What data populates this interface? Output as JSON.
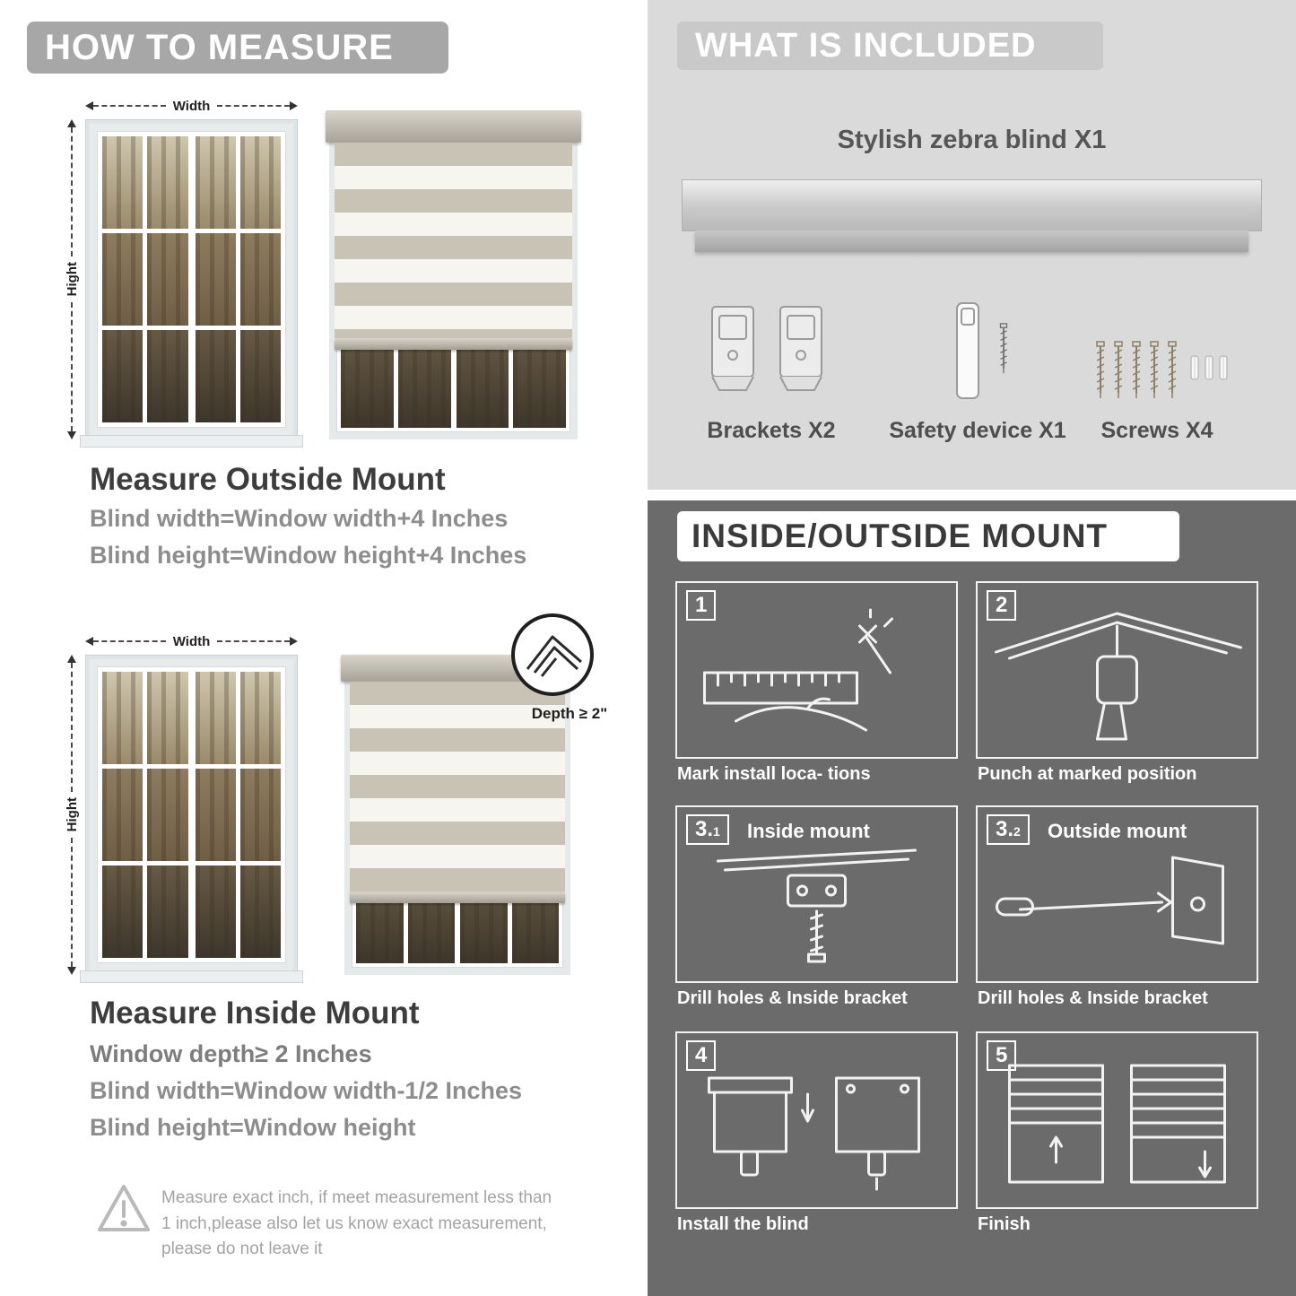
{
  "left": {
    "header": "HOW TO MEASURE",
    "outside": {
      "width_label": "Width",
      "height_label": "Hight",
      "title": "Measure Outside Mount",
      "line1": "Blind width=Window width+4 Inches",
      "line2": "Blind height=Window height+4 Inches"
    },
    "inside": {
      "width_label": "Width",
      "height_label": "Hight",
      "depth_label": "Depth ≥ 2\"",
      "title": "Measure Inside Mount",
      "line1": "Window depth≥ 2 Inches",
      "line2": "Blind width=Window width-1/2 Inches",
      "line3": "Blind height=Window height"
    },
    "warning_note": "Measure exact inch, if meet measurement less than 1 inch,please also let us know exact measurement, please do not leave it"
  },
  "right": {
    "included": {
      "header": "WHAT IS INCLUDED",
      "blind_label": "Stylish zebra blind X1",
      "items": [
        {
          "label": "Brackets X2"
        },
        {
          "label": "Safety device X1"
        },
        {
          "label": "Screws X4"
        }
      ]
    },
    "mount": {
      "header": "INSIDE/OUTSIDE MOUNT",
      "steps": [
        {
          "num": "1",
          "sub": "",
          "title": "",
          "caption": "Mark install loca- tions"
        },
        {
          "num": "2",
          "sub": "",
          "title": "",
          "caption": "Punch at  marked position"
        },
        {
          "num": "3.",
          "sub": "1",
          "title": "Inside mount",
          "caption": "Drill holes &  Inside bracket"
        },
        {
          "num": "3.",
          "sub": "2",
          "title": "Outside mount",
          "caption": "Drill holes &  Inside bracket"
        },
        {
          "num": "4",
          "sub": "",
          "title": "",
          "caption": "Install the blind"
        },
        {
          "num": "5",
          "sub": "",
          "title": "",
          "caption": "Finish"
        }
      ]
    }
  },
  "colors": {
    "light_panel_bg": "#dadada",
    "dark_panel_bg": "#6b6b6b",
    "header_bar_gray": "#a7a7a7",
    "stripe_gray": "#c9c3b6",
    "stripe_white": "#f7f5f0"
  }
}
